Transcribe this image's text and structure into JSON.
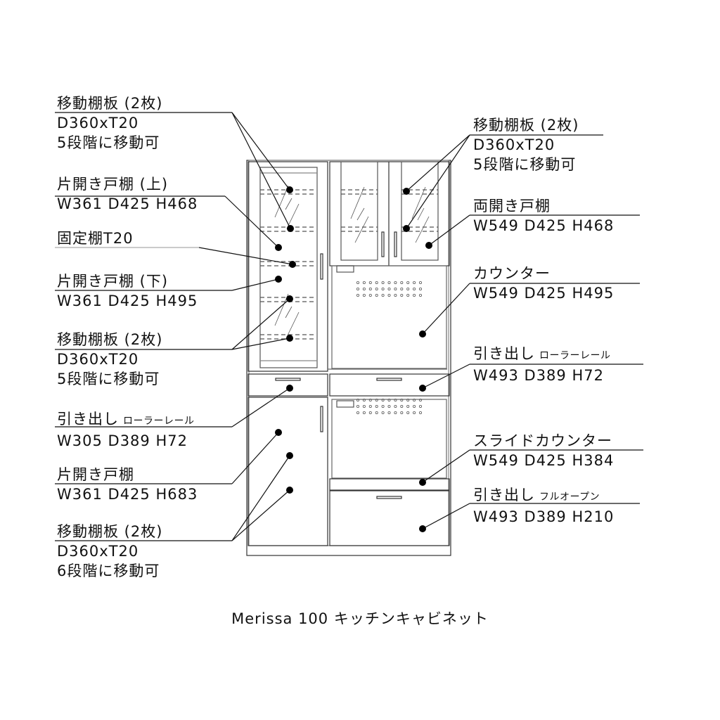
{
  "left_labels": [
    {
      "title": "移動棚板 (2枚)",
      "lines": [
        "D360xT20",
        "5段階に移動可"
      ]
    },
    {
      "title": "片開き戸棚 (上)",
      "lines": [
        "W361 D425 H468"
      ]
    },
    {
      "title": "固定棚T20",
      "lines": []
    },
    {
      "title": "片開き戸棚 (下)",
      "lines": [
        "W361 D425 H495"
      ]
    },
    {
      "title": "移動棚板 (2枚)",
      "lines": [
        "D360xT20",
        "5段階に移動可"
      ]
    },
    {
      "title": "引き出し",
      "note": "ローラーレール",
      "lines": [
        "W305 D389 H72"
      ]
    },
    {
      "title": "片開き戸棚",
      "lines": [
        "W361 D425 H683"
      ]
    },
    {
      "title": "移動棚板 (2枚)",
      "lines": [
        "D360xT20",
        "6段階に移動可"
      ]
    }
  ],
  "right_labels": [
    {
      "title": "移動棚板 (2枚)",
      "lines": [
        "D360xT20",
        "5段階に移動可"
      ]
    },
    {
      "title": "両開き戸棚",
      "lines": [
        "W549 D425 H468"
      ]
    },
    {
      "title": "カウンター",
      "lines": [
        "W549 D425 H495"
      ]
    },
    {
      "title": "引き出し",
      "note": "ローラーレール",
      "lines": [
        "W493 D389 H72"
      ]
    },
    {
      "title": "スライドカウンター",
      "lines": [
        "W549 D425 H384"
      ]
    },
    {
      "title": "引き出し",
      "note": "フルオープン",
      "lines": [
        "W493 D389 H210"
      ]
    }
  ],
  "caption": "Merissa 100 キッチンキャビネット"
}
